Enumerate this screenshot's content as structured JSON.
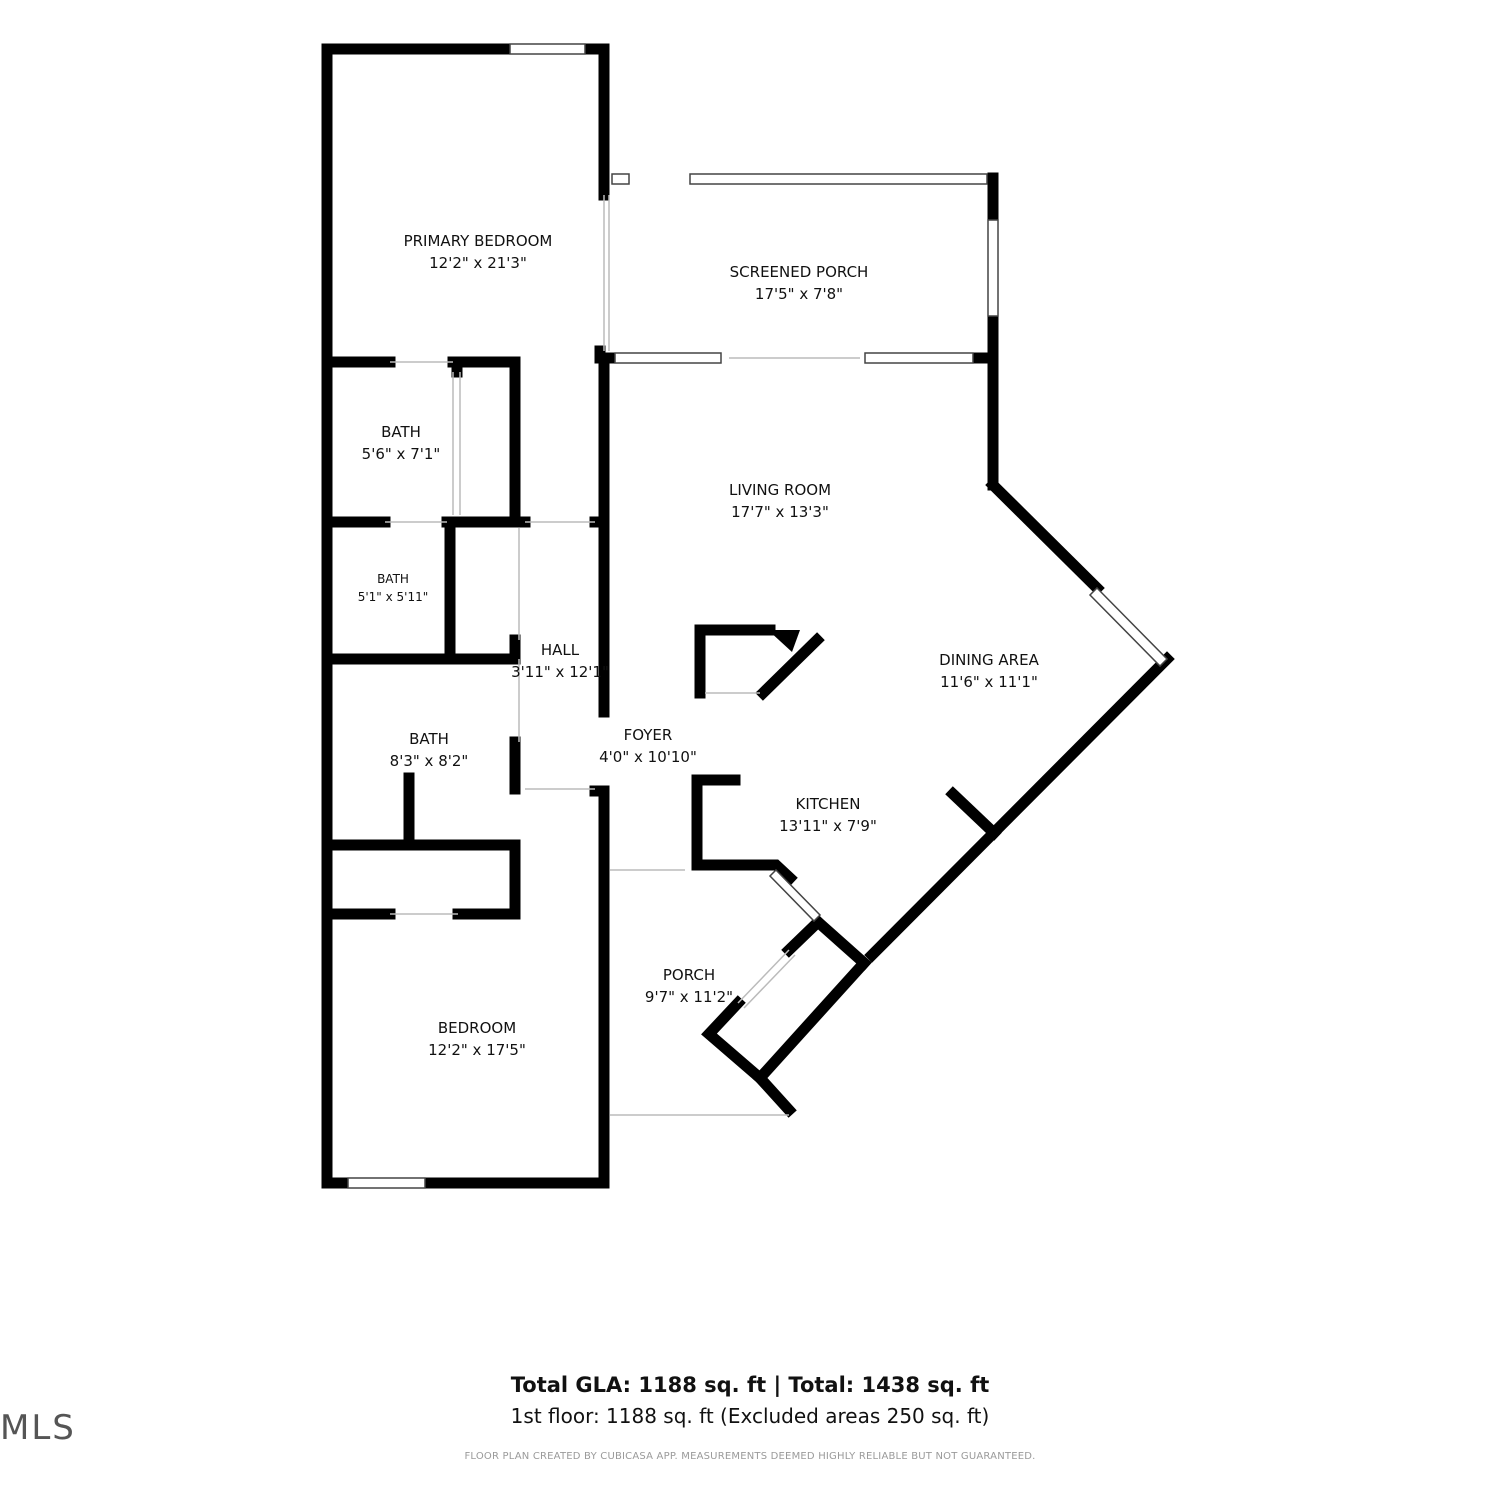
{
  "rooms": [
    {
      "id": "primary-bedroom",
      "name": "PRIMARY BEDROOM",
      "dims": "12'2\" x 21'3\""
    },
    {
      "id": "screened-porch",
      "name": "SCREENED PORCH",
      "dims": "17'5\" x 7'8\""
    },
    {
      "id": "bath-1",
      "name": "BATH",
      "dims": "5'6\" x 7'1\""
    },
    {
      "id": "bath-2",
      "name": "BATH",
      "dims": "5'1\" x 5'11\""
    },
    {
      "id": "hall",
      "name": "HALL",
      "dims": "3'11\" x 12'1\""
    },
    {
      "id": "living-room",
      "name": "LIVING ROOM",
      "dims": "17'7\" x 13'3\""
    },
    {
      "id": "dining-area",
      "name": "DINING AREA",
      "dims": "11'6\" x 11'1\""
    },
    {
      "id": "bath-3",
      "name": "BATH",
      "dims": "8'3\" x 8'2\""
    },
    {
      "id": "foyer",
      "name": "FOYER",
      "dims": "4'0\" x 10'10\""
    },
    {
      "id": "kitchen",
      "name": "KITCHEN",
      "dims": "13'11\" x 7'9\""
    },
    {
      "id": "porch",
      "name": "PORCH",
      "dims": "9'7\" x 11'2\""
    },
    {
      "id": "bedroom",
      "name": "BEDROOM",
      "dims": "12'2\" x 17'5\""
    }
  ],
  "footer": {
    "total": "Total GLA: 1188 sq. ft | Total: 1438 sq. ft",
    "floor": "1st floor: 1188 sq. ft (Excluded areas 250 sq. ft)",
    "disclaimer": "FLOOR PLAN CREATED BY CUBICASA APP. MEASUREMENTS DEEMED HIGHLY RELIABLE BUT NOT GUARANTEED."
  },
  "watermark": "MLS",
  "colors": {
    "wall": "#000000",
    "window": "#d9d9d9",
    "background": "#ffffff"
  }
}
